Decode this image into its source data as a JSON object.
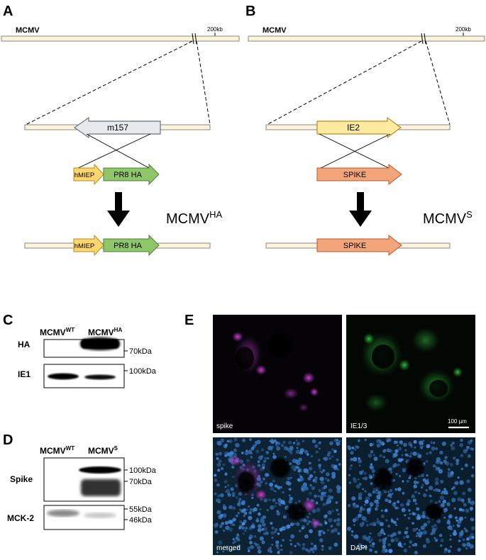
{
  "panels": {
    "A": {
      "letter": "A",
      "genome_label": "MCMV",
      "scale_label": "200kb",
      "target_gene": "m157",
      "promoter": "hMIEP",
      "insert": "PR8 HA",
      "result_base": "MCMV",
      "result_sup": "HA"
    },
    "B": {
      "letter": "B",
      "genome_label": "MCMV",
      "scale_label": "200kb",
      "target_gene": "IE2",
      "insert": "SPIKE",
      "result_base": "MCMV",
      "result_sup": "S"
    },
    "C": {
      "letter": "C",
      "lane1_base": "MCMV",
      "lane1_sup": "WT",
      "lane2_base": "MCMV",
      "lane2_sup": "HA",
      "rows": [
        "HA",
        "IE1"
      ],
      "markers": [
        "70kDa",
        "100kDa"
      ]
    },
    "D": {
      "letter": "D",
      "lane1_base": "MCMV",
      "lane1_sup": "WT",
      "lane2_base": "MCMV",
      "lane2_sup": "S",
      "rows": [
        "Spike",
        "MCK-2"
      ],
      "markers": [
        "100kDa",
        "70kDa",
        "55kDa",
        "46kDa"
      ]
    },
    "E": {
      "letter": "E",
      "images": [
        "spike",
        "IE1/3",
        "merged",
        "DAPI"
      ],
      "scale_bar": "100 µm"
    }
  },
  "colors": {
    "bar_fill": "#fcf3df",
    "m157_gene": "#e7e9ec",
    "promoter": "#fdd66e",
    "ha_insert": "#8fc66a",
    "ie2_gene": "#feeaa0",
    "spike_insert": "#f3a57a",
    "magenta_stain": "#c040c8",
    "green_stain": "#2fb23b",
    "dapi_stain": "#3f8fc8"
  }
}
